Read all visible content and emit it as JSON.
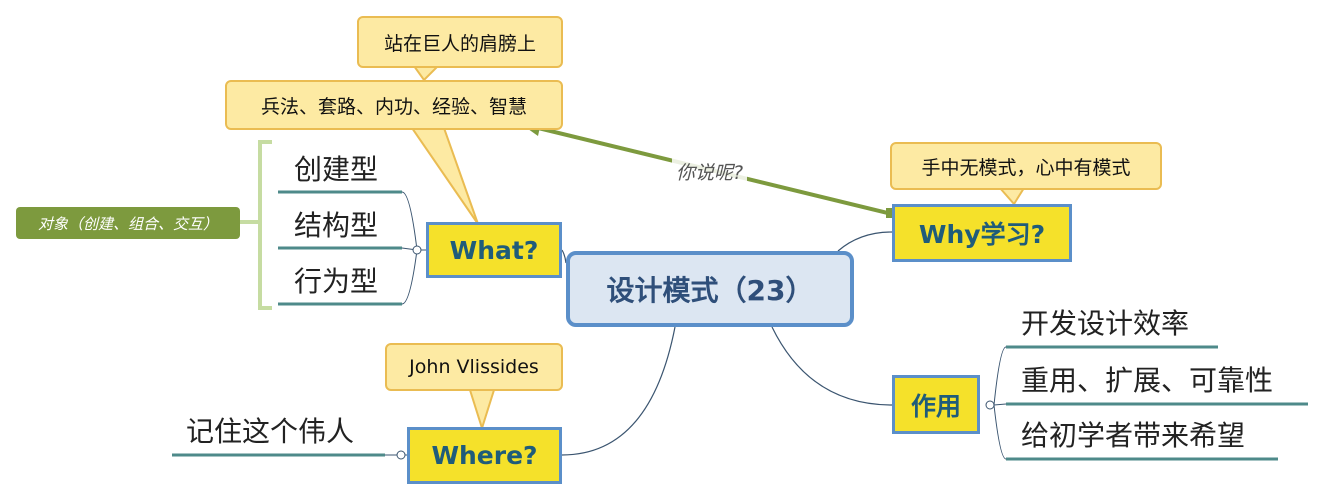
{
  "central": "设计模式（23）",
  "topics": {
    "what": "What?",
    "why": "Why学习?",
    "where": "Where?",
    "use": "作用"
  },
  "what_children": [
    "创建型",
    "结构型",
    "行为型"
  ],
  "what_summary": "对象（创建、组合、交互）",
  "what_callouts": [
    "兵法、套路、内功、经验、智慧",
    "站在巨人的肩膀上"
  ],
  "why_callout": "手中无模式，心中有模式",
  "relationship_label": "你说呢?",
  "where_callout": "John Vlissides",
  "where_children": [
    "记住这个伟人"
  ],
  "use_children": [
    "开发设计效率",
    "重用、扩展、可靠性",
    "给初学者带来希望"
  ],
  "colors": {
    "central_fill": "#dce6f2",
    "central_border": "#5b8fc9",
    "topic_fill": "#f5e12a",
    "topic_border": "#5b8fc9",
    "callout_fill": "#fdeaa3",
    "callout_border": "#eabc52",
    "summary_fill": "#7d9a3e",
    "relationship_line": "#7d9a3e",
    "leaf_underline": "#4e8a8a",
    "bracket": "#c6dca2"
  }
}
